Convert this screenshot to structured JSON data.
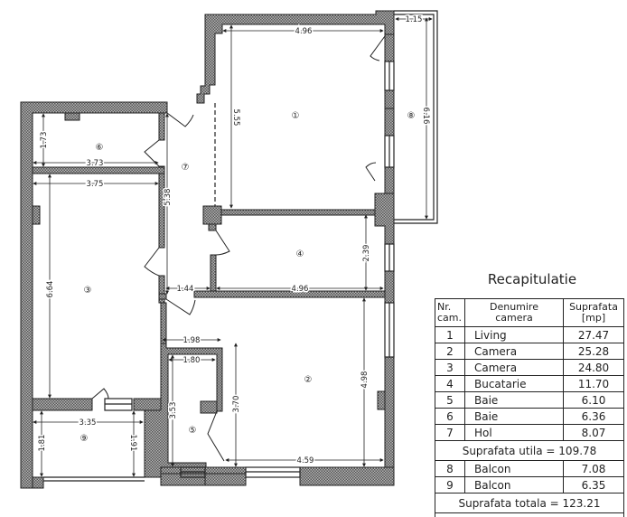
{
  "title": "Recapitulatie",
  "table": {
    "headers": {
      "nr": "Nr. cam.",
      "nr_line1": "Nr.",
      "nr_line2": "cam.",
      "name_line1": "Denumire",
      "name_line2": "camera",
      "area_line1": "Suprafata",
      "area_line2": "[mp]"
    },
    "rooms": [
      {
        "nr": "1",
        "name": "Living",
        "area": "27.47"
      },
      {
        "nr": "2",
        "name": "Camera",
        "area": "25.28"
      },
      {
        "nr": "3",
        "name": "Camera",
        "area": "24.80"
      },
      {
        "nr": "4",
        "name": "Bucatarie",
        "area": "11.70"
      },
      {
        "nr": "5",
        "name": "Baie",
        "area": "6.10"
      },
      {
        "nr": "6",
        "name": "Baie",
        "area": "6.36"
      },
      {
        "nr": "7",
        "name": "Hol",
        "area": "8.07"
      }
    ],
    "useful_total": "Suprafata utila = 109.78",
    "balconies": [
      {
        "nr": "8",
        "name": "Balcon",
        "area": "7.08"
      },
      {
        "nr": "9",
        "name": "Balcon",
        "area": "6.35"
      }
    ],
    "grand_total": "Suprafata totala = 123.21"
  },
  "floorplan": {
    "room_labels": [
      "①",
      "②",
      "③",
      "④",
      "⑤",
      "⑥",
      "⑦",
      "⑧",
      "⑨"
    ],
    "dimensions": {
      "living_width": "4.96",
      "living_height": "5.55",
      "balcony8_width": "1.15",
      "balcony8_height": "6.16",
      "bath6_height": "1.73",
      "bath6_width": "3.73",
      "room3_width": "3.75",
      "room3_height": "6.64",
      "hall_height": "5.38",
      "kitchen_height": "2.39",
      "kitchen_width": "4.96",
      "hall_width": "1.44",
      "bath5_outer_width": "1.98",
      "bath5_width": "1.80",
      "bath5_height": "3.53",
      "room2_left_height": "3.70",
      "room2_height": "4.98",
      "room2_width": "4.59",
      "balcony9_width": "3.35",
      "balcony9_left_height": "1.81",
      "balcony9_right_height": "1.91"
    },
    "colors": {
      "wall_fill": "#8a8a8a",
      "line": "#222222",
      "background": "#ffffff"
    }
  }
}
